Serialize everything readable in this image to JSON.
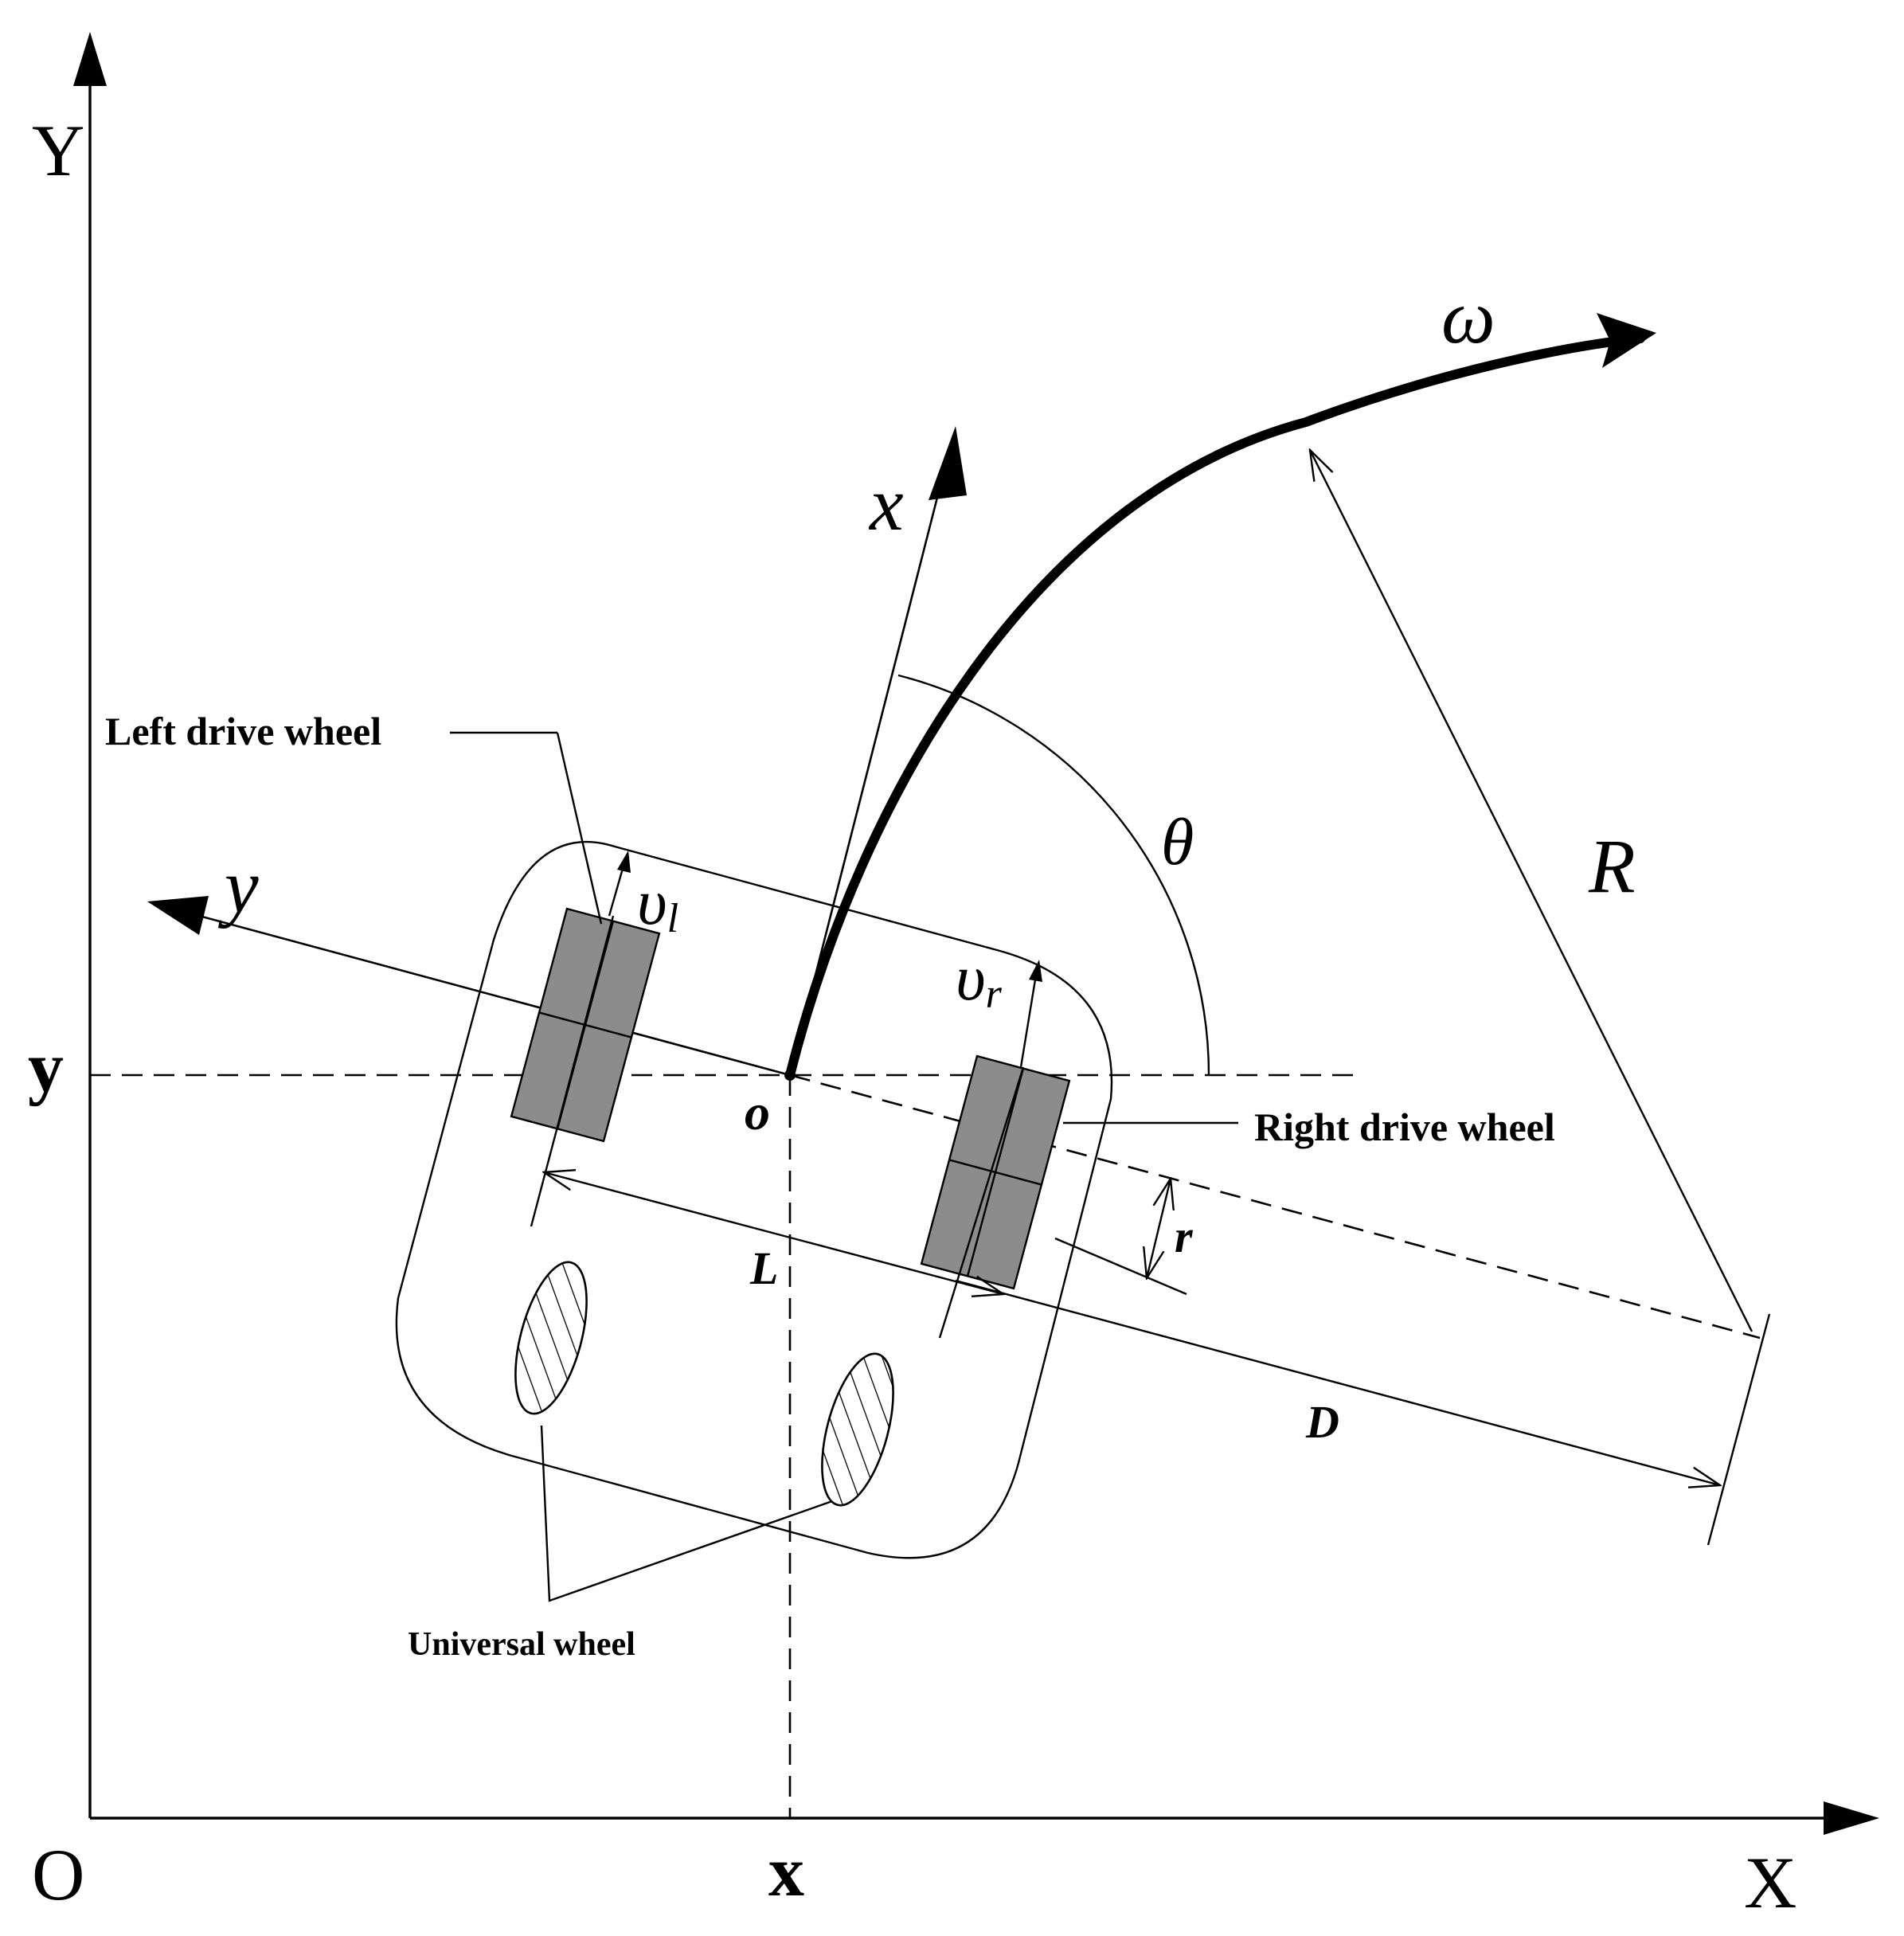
{
  "axes": {
    "X_label": "X",
    "Y_label": "Y",
    "origin_label": "O",
    "x_mark": "x",
    "y_mark": "y"
  },
  "body_frame": {
    "x_label": "x",
    "y_label": "y",
    "origin_label": "o"
  },
  "symbols": {
    "omega": "ω",
    "theta": "θ",
    "R": "R",
    "L": "L",
    "D": "D",
    "r": "r",
    "v_left_main": "υ",
    "v_left_sub": "l",
    "v_right_main": "υ",
    "v_right_sub": "r"
  },
  "callouts": {
    "left_wheel": "Left drive wheel",
    "right_wheel": "Right drive wheel",
    "universal_wheel": "Universal wheel"
  },
  "colors": {
    "wheel_fill": "#8c8c8c",
    "stroke": "#000000"
  }
}
